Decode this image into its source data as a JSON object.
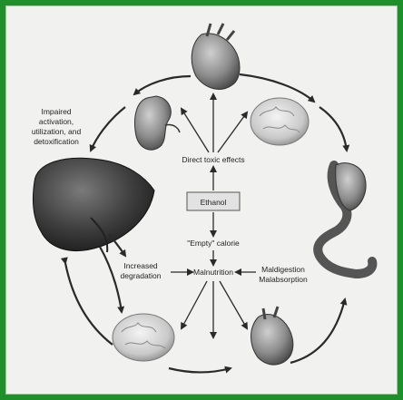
{
  "diagram": {
    "ethanol": "Ethanol",
    "direct_toxic": "Direct toxic effects",
    "empty_calorie": "\"Empty\" calorie",
    "malnutrition": "Malnutrition",
    "increased_degradation": [
      "Increased",
      "degradation"
    ],
    "maldigestion": [
      "Maldigestion",
      "Malabsorption"
    ],
    "impaired": [
      "Impaired",
      "activation,",
      "utilization, and",
      "detoxification"
    ]
  },
  "colors": {
    "frame": "#1f8f2c",
    "background": "#f1f1ef",
    "ink": "#2a2a2a"
  }
}
